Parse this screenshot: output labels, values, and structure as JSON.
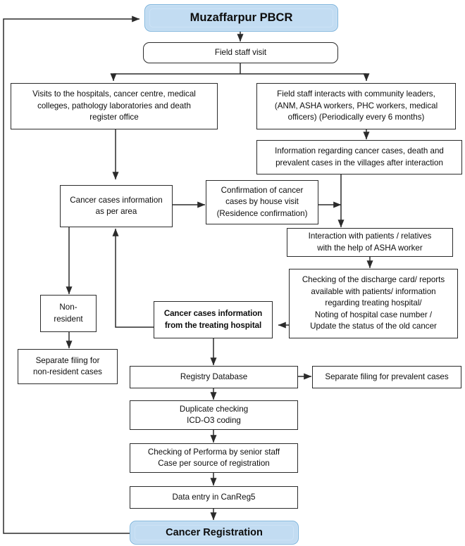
{
  "diagram": {
    "title": "Muzaffarpur PBCR cancer registration workflow",
    "colors": {
      "accent_fill": "#c2dcf2",
      "accent_border": "#7eb4dc",
      "box_border": "#2b2b2b",
      "text": "#0d0d0d",
      "background": "#ffffff"
    },
    "nodes": {
      "muzaffarpur_pbcr": "Muzaffarpur PBCR",
      "field_staff_visit": "Field staff visit",
      "visits_hospitals": "Visits to the hospitals, cancer centre, medical colleges, pathology laboratories and death register office",
      "field_staff_interacts": "Field staff interacts with community leaders, (ANM, ASHA workers, PHC workers, medical officers) (Periodically every 6 months)",
      "information_regarding": "Information regarding cancer cases, death and prevalent cases in the villages after interaction",
      "cancer_cases_per_area": "Cancer cases information as per area",
      "confirmation_house_visit": "Confirmation of cancer cases by house visit (Residence confirmation)",
      "interaction_patients": "Interaction with patients / relatives with the help of ASHA worker",
      "checking_discharge_card": "Checking of the discharge card/ reports available with patients/ information regarding treating hospital/ Noting of hospital case number / Update the status of the old cancer",
      "non_resident": "Non-resident",
      "separate_filing_non_resident": "Separate filing for non-resident cases",
      "cancer_cases_treating_hospital": "Cancer cases information from the treating hospital",
      "registry_database": "Registry Database",
      "separate_filing_prevalent": "Separate filing for prevalent cases",
      "duplicate_checking": "Duplicate checking ICD-O3 coding",
      "checking_performa": "Checking of Performa by senior staff Case per source of registration",
      "data_entry_canreg5": "Data entry in CanReg5",
      "cancer_registration": "Cancer Registration"
    },
    "node_lines": {
      "visits_hospitals": [
        "Visits to the hospitals, cancer centre, medical",
        "colleges, pathology laboratories and death",
        "register office"
      ],
      "field_staff_interacts": [
        "Field staff interacts with community leaders,",
        "(ANM, ASHA workers, PHC workers, medical",
        "officers) (Periodically every 6 months)"
      ],
      "information_regarding": [
        "Information regarding cancer cases, death and",
        "prevalent cases in the villages after interaction"
      ],
      "cancer_cases_per_area": [
        "Cancer cases information",
        "as per area"
      ],
      "confirmation_house_visit": [
        "Confirmation of cancer",
        "cases by house visit",
        "(Residence confirmation)"
      ],
      "interaction_patients": [
        "Interaction with patients / relatives",
        "with the help of ASHA worker"
      ],
      "checking_discharge_card": [
        "Checking of the discharge card/ reports",
        "available with patients/ information",
        "regarding treating hospital/",
        "Noting of hospital case number /",
        "Update the status of the old cancer"
      ],
      "non_resident": [
        "Non-",
        "resident"
      ],
      "separate_filing_non_resident": [
        "Separate filing for",
        "non-resident cases"
      ],
      "cancer_cases_treating_hospital": [
        "Cancer cases information",
        "from the treating hospital"
      ],
      "duplicate_checking": [
        "Duplicate checking",
        "ICD-O3 coding"
      ],
      "checking_performa": [
        "Checking of Performa by senior staff",
        "Case per source of registration"
      ]
    },
    "edges": [
      {
        "from": "muzaffarpur_pbcr",
        "to": "field_staff_visit"
      },
      {
        "from": "field_staff_visit",
        "to": "visits_hospitals"
      },
      {
        "from": "field_staff_visit",
        "to": "field_staff_interacts"
      },
      {
        "from": "visits_hospitals",
        "to": "cancer_cases_per_area"
      },
      {
        "from": "field_staff_interacts",
        "to": "information_regarding"
      },
      {
        "from": "information_regarding",
        "to": "interaction_patients"
      },
      {
        "from": "cancer_cases_per_area",
        "to": "confirmation_house_visit"
      },
      {
        "from": "confirmation_house_visit",
        "to": "interaction_patients"
      },
      {
        "from": "interaction_patients",
        "to": "checking_discharge_card"
      },
      {
        "from": "checking_discharge_card",
        "to": "cancer_cases_treating_hospital"
      },
      {
        "from": "cancer_cases_per_area",
        "to": "non_resident"
      },
      {
        "from": "non_resident",
        "to": "separate_filing_non_resident"
      },
      {
        "from": "cancer_cases_treating_hospital",
        "to": "cancer_cases_per_area"
      },
      {
        "from": "cancer_cases_treating_hospital",
        "to": "registry_database"
      },
      {
        "from": "registry_database",
        "to": "separate_filing_prevalent"
      },
      {
        "from": "registry_database",
        "to": "duplicate_checking"
      },
      {
        "from": "duplicate_checking",
        "to": "checking_performa"
      },
      {
        "from": "checking_performa",
        "to": "data_entry_canreg5"
      },
      {
        "from": "data_entry_canreg5",
        "to": "cancer_registration"
      },
      {
        "from": "cancer_registration",
        "to": "muzaffarpur_pbcr"
      }
    ]
  }
}
